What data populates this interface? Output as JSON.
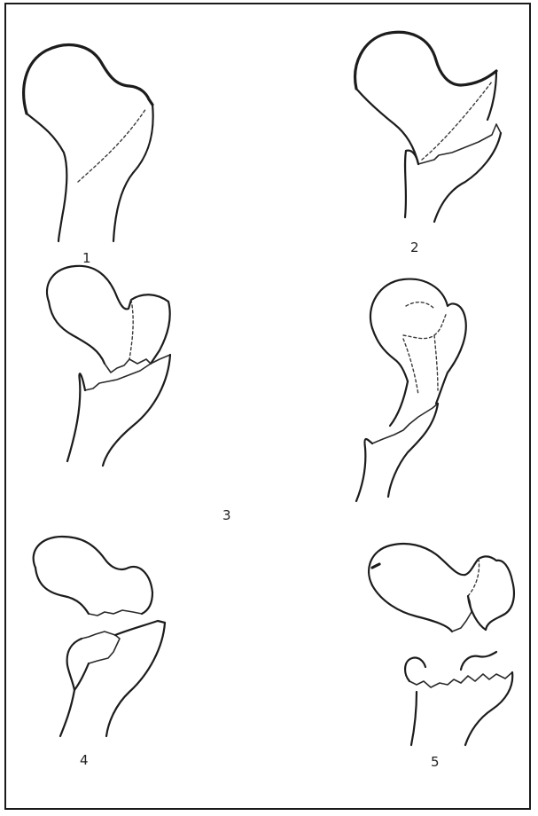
{
  "labels": {
    "stage_1": "1",
    "stage_2": "2",
    "stage_3": "3",
    "stage_4": "4",
    "stage_5": "5"
  },
  "colors": {
    "line": "#1c1c1c",
    "background": "#ffffff",
    "frame": "#1a1a1a"
  }
}
